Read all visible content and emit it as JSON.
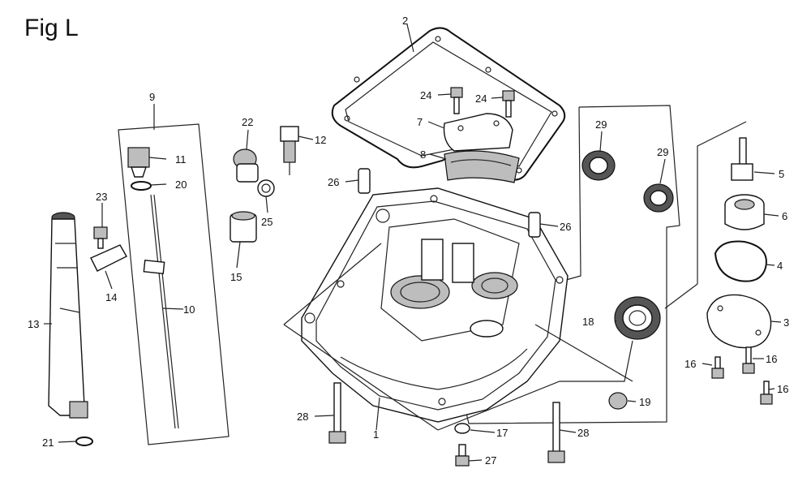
{
  "figure_title": "Fig L",
  "callouts": {
    "p1": "1",
    "p2": "2",
    "p3": "3",
    "p4": "4",
    "p5": "5",
    "p6": "6",
    "p7": "7",
    "p8": "8",
    "p9": "9",
    "p10": "10",
    "p11": "11",
    "p12": "12",
    "p13": "13",
    "p14": "14",
    "p15": "15",
    "p16a": "16",
    "p16b": "16",
    "p16c": "16",
    "p17": "17",
    "p18": "18",
    "p19": "19",
    "p20": "20",
    "p21": "21",
    "p22": "22",
    "p23": "23",
    "p24a": "24",
    "p24b": "24",
    "p25": "25",
    "p26a": "26",
    "p26b": "26",
    "p27": "27",
    "p28a": "28",
    "p28b": "28",
    "p29a": "29",
    "p29b": "29"
  }
}
